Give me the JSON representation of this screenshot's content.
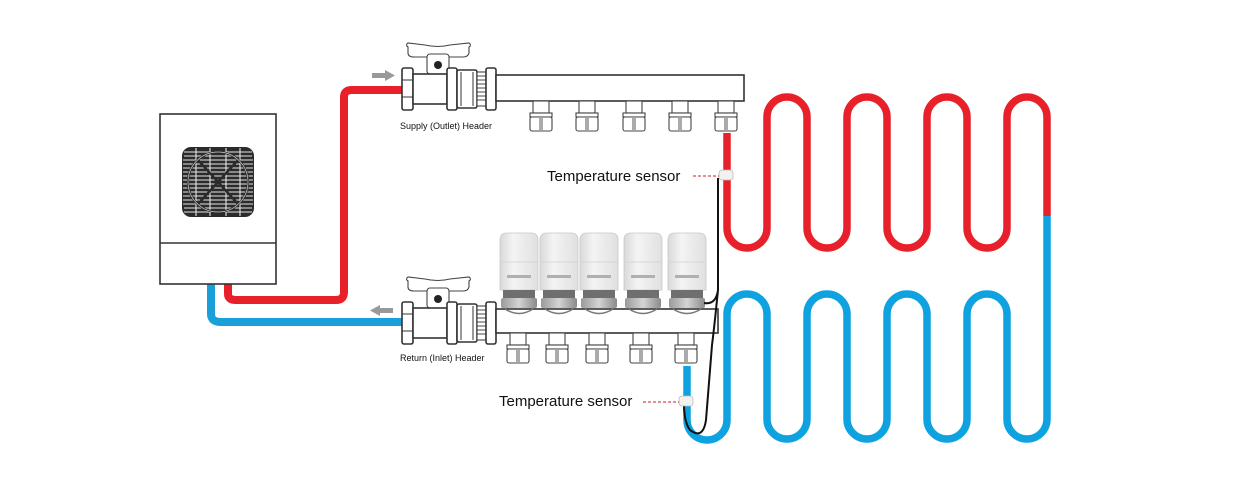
{
  "diagram": {
    "title": "Heat pump underfloor heating manifold loop",
    "colors": {
      "supply_pipe": "#e8202a",
      "return_pipe": "#0fa2e0",
      "flow_arrow": "#999999",
      "outline": "#333333",
      "sensor_leader": "#cc1e2a",
      "sensor_cable": "#111111"
    },
    "labels": {
      "supply_header": "Supply (Outlet) Header",
      "return_header": "Return (Inlet) Header",
      "sensor_supply": "Temperature sensor",
      "sensor_return": "Temperature sensor"
    },
    "components": {
      "heat_pump": "heat-pump-outdoor-unit",
      "supply_manifold_ports": 5,
      "return_manifold_ports": 5,
      "actuator_count": 5,
      "floor_loop_turns_supply": 4,
      "floor_loop_turns_return": 4
    },
    "flow": {
      "supply_direction": "into-manifold",
      "return_direction": "out-of-manifold"
    }
  }
}
